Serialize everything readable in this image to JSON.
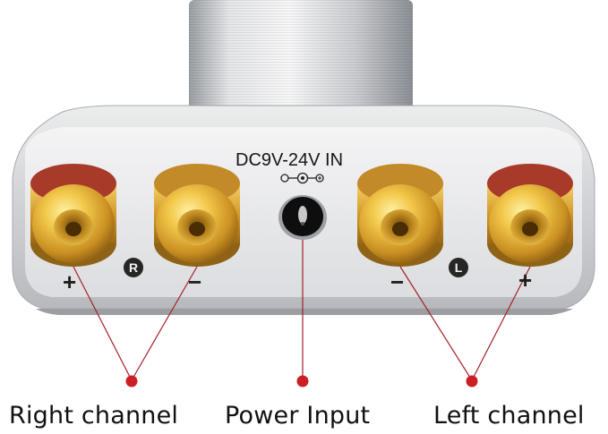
{
  "panel": {
    "power_label": "DC9V-24V IN",
    "right_badge": "R",
    "left_badge": "L",
    "plus_sign": "+",
    "minus_sign": "−"
  },
  "captions": {
    "right": "Right channel",
    "power": "Power Input",
    "left": "Left channel"
  },
  "colors": {
    "background": "#ffffff",
    "housing": "#d4d5d8",
    "gold": "#d9a53c",
    "callout_line": "#a4202a",
    "callout_dot": "#cc1f25"
  }
}
